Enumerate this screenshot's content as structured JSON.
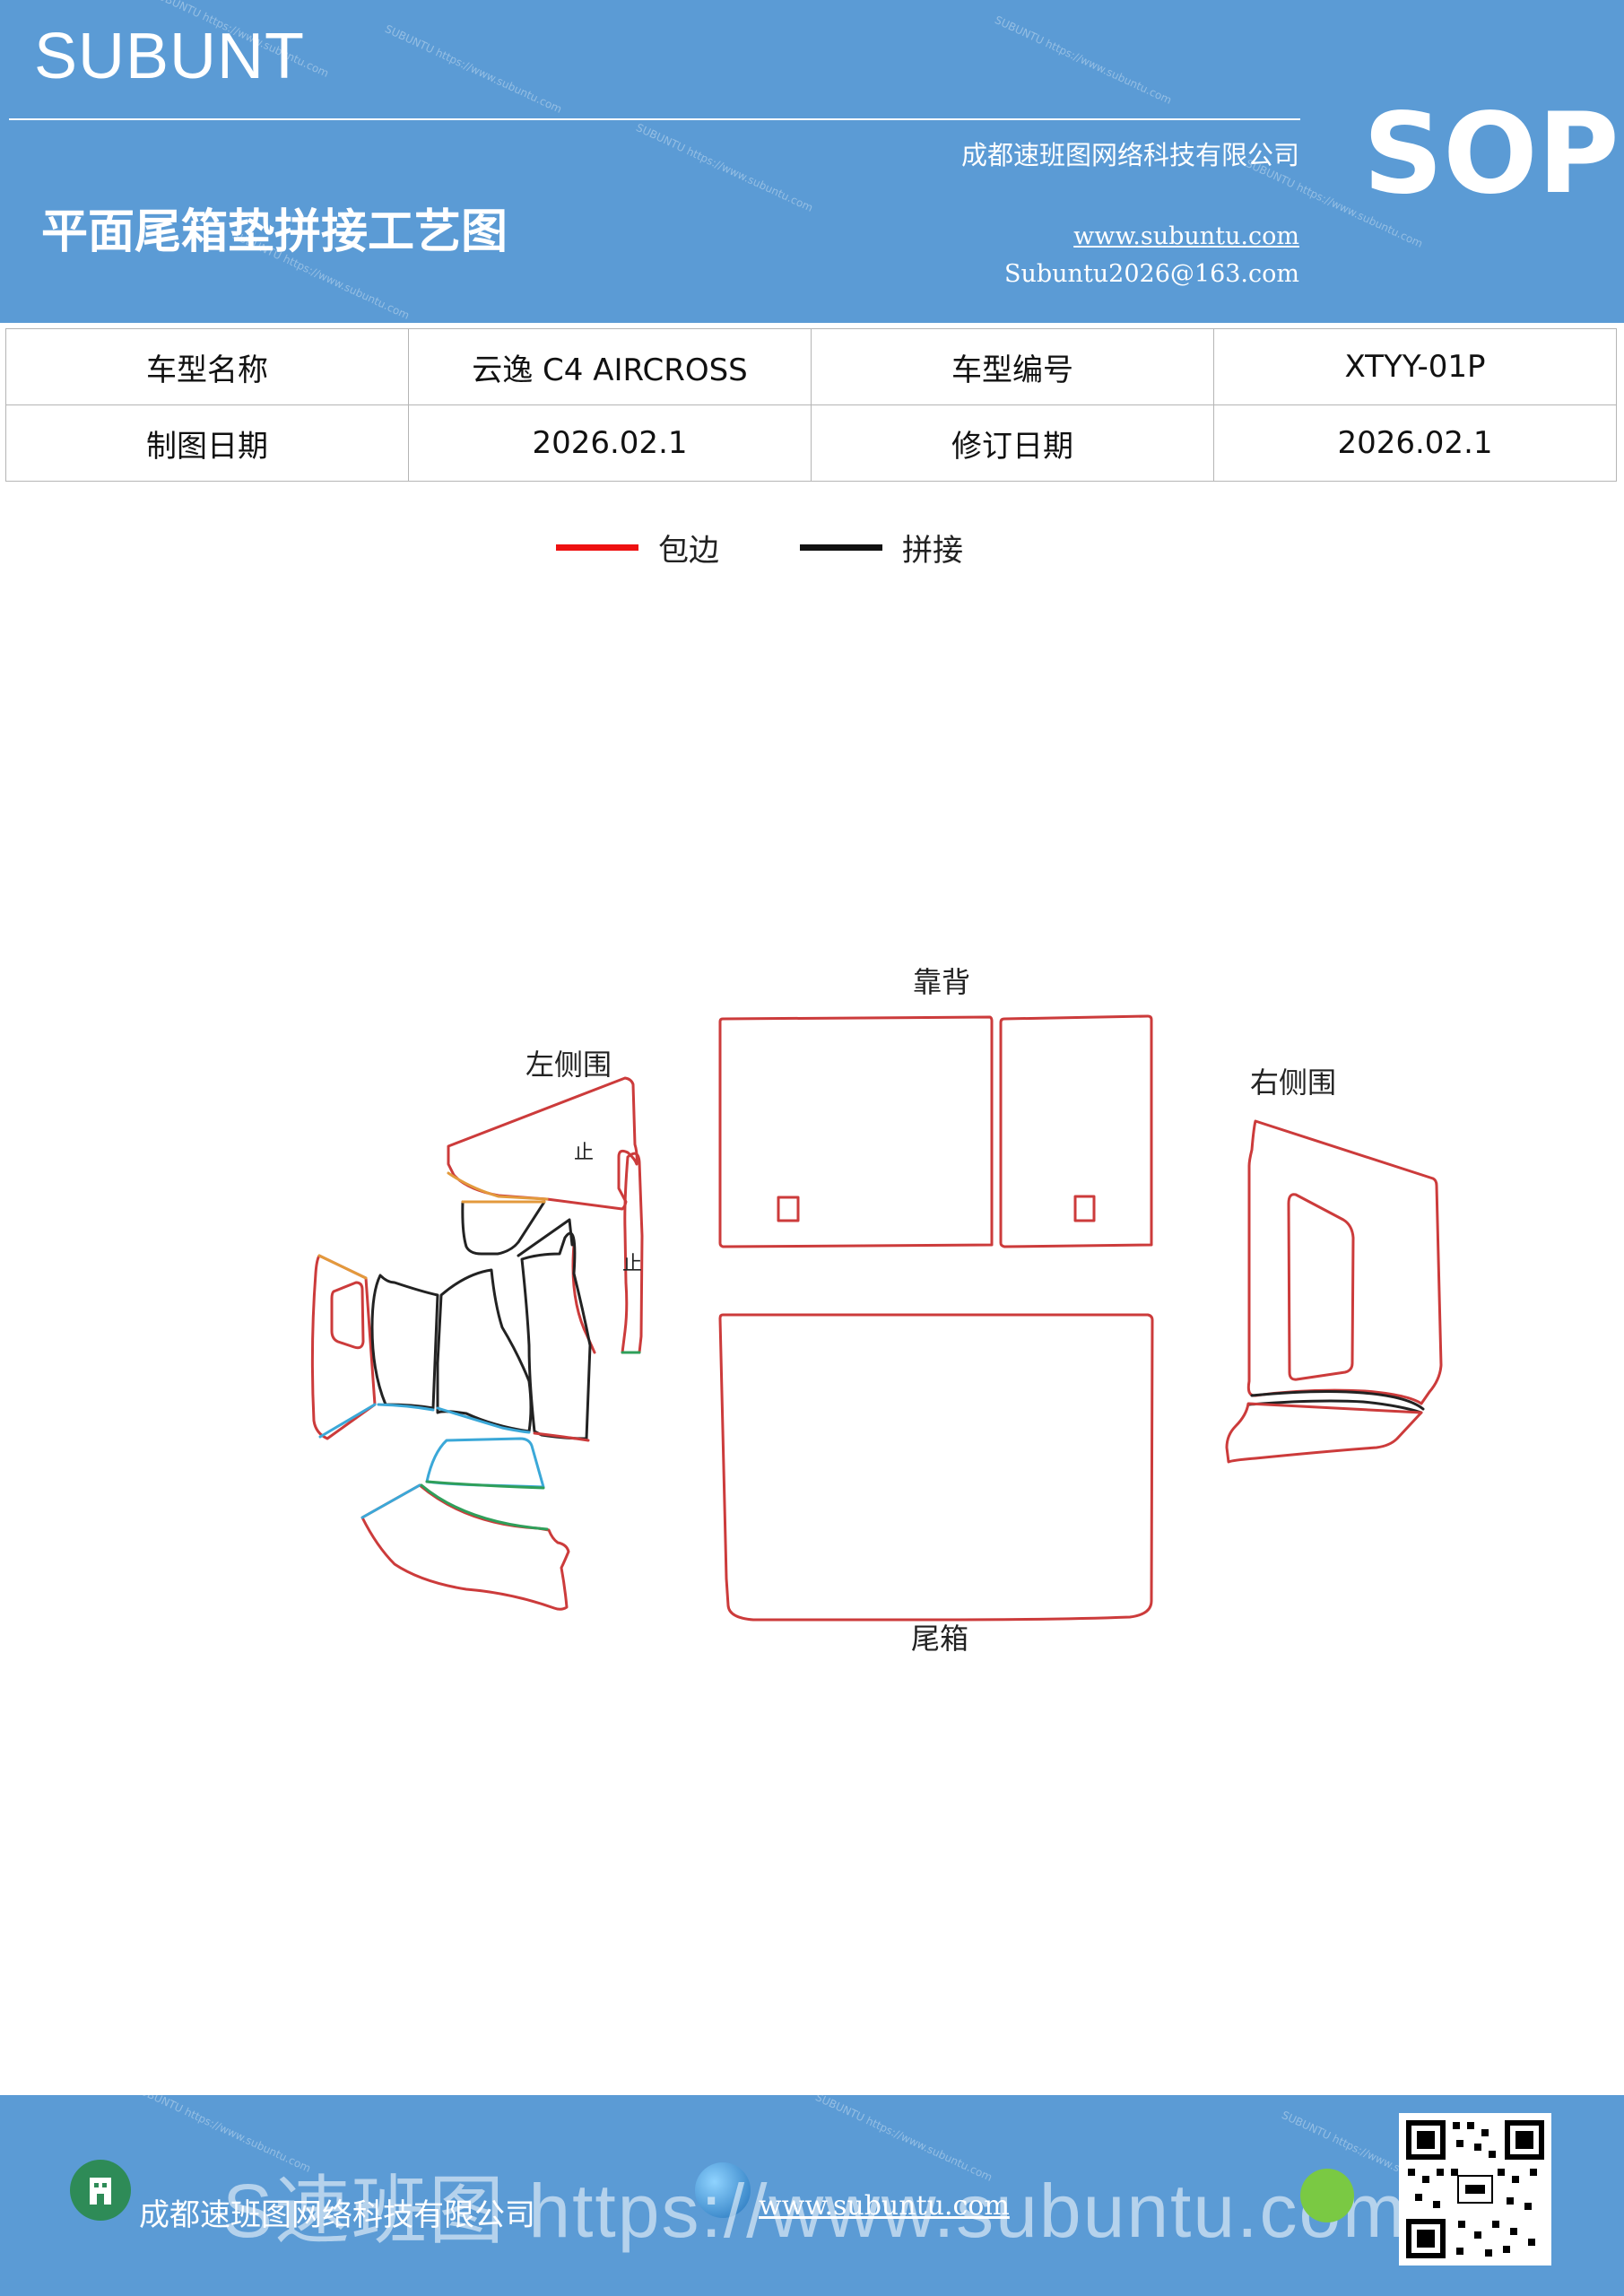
{
  "header": {
    "brand": "SUBUNT",
    "company": "成都速班图网络科技有限公司",
    "website": "www.subuntu.com",
    "email": "Subuntu2026@163.com",
    "title": "平面尾箱垫拼接工艺图",
    "badge": "SOP"
  },
  "info_table": {
    "rows": [
      [
        "车型名称",
        "云逸  C4  AIRCROSS",
        "车型编号",
        "XTYY-01P"
      ],
      [
        "制图日期",
        "2026.02.1",
        "修订日期",
        "2026.02.1"
      ]
    ]
  },
  "legend": {
    "items": [
      {
        "label": "包边",
        "color": "#ee1111"
      },
      {
        "label": "拼接",
        "color": "#111111"
      }
    ]
  },
  "diagram": {
    "labels": {
      "backrest": "靠背",
      "left_side": "左侧围",
      "right_side": "右侧围",
      "trunk": "尾箱",
      "stop_mark": "止"
    },
    "colors": {
      "edge": "#cc3b3b",
      "seam": "#222222",
      "orange": "#e39a3c",
      "blue": "#3ba8d8",
      "green": "#2f9f5a"
    }
  },
  "footer": {
    "company": "成都速班图网络科技有限公司",
    "website": "www.subuntu.com",
    "overlay": "S速班图 https://www.subuntu.com"
  },
  "watermark": "SUBUNTU https://www.subuntu.com"
}
